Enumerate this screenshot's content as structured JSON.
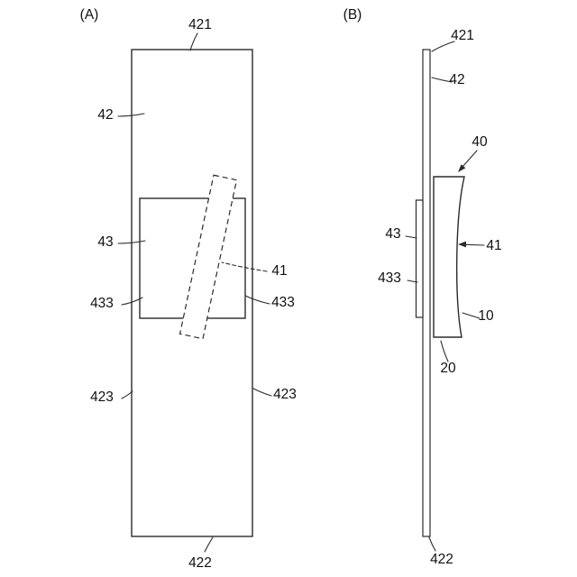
{
  "figure": {
    "background": "#ffffff",
    "line_color": "#2b2b2b",
    "text_color": "#111111"
  },
  "view_a": {
    "label": "(A)",
    "refs": {
      "r421": "421",
      "r42": "42",
      "r43": "43",
      "r433_left": "433",
      "r433_right": "433",
      "r41": "41",
      "r423_left": "423",
      "r423_right": "423",
      "r422": "422"
    }
  },
  "view_b": {
    "label": "(B)",
    "refs": {
      "r421": "421",
      "r42": "42",
      "r40": "40",
      "r43": "43",
      "r433": "433",
      "r41": "41",
      "r10": "10",
      "r20": "20",
      "r422": "422"
    }
  }
}
